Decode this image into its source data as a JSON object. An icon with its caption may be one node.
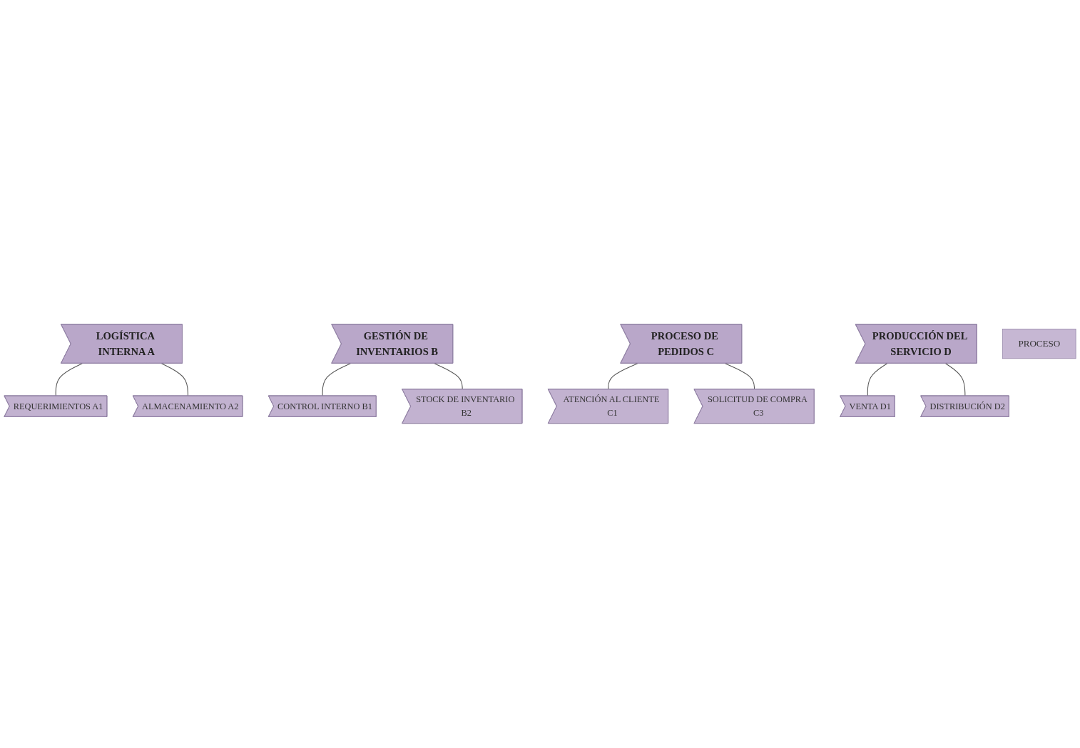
{
  "diagram": {
    "nodes": [
      {
        "text": [
          "LOGÍSTICA INTERNA A"
        ]
      },
      {
        "text": [
          "GESTIÓN DE INVENTARIOS B"
        ]
      },
      {
        "text": [
          "PROCESO DE PEDIDOS C"
        ]
      },
      {
        "text": [
          "PRODUCCIÓN DEL SERVICIO D"
        ]
      },
      {
        "text": [
          "REQUERIMIENTOS A1"
        ]
      },
      {
        "text": [
          "CONTROL INTERNO B1"
        ]
      },
      {
        "text": [
          "ATENCIÓN AL CLIENTE C1"
        ]
      },
      {
        "text": [
          "VENTA D1"
        ]
      },
      {
        "text": [
          "ALMACENAMIENTO A2"
        ]
      },
      {
        "text": [
          "STOCK DE INVENTARIO B2"
        ]
      },
      {
        "text": [
          "SOLICITUD DE COMPRA C3"
        ]
      },
      {
        "text": [
          "DISTRIBUCIÓN D2"
        ]
      },
      {
        "text": [
          "PROCESO"
        ]
      }
    ],
    "edges": [
      {
        "from": 0,
        "to": 4,
        "arrow": "none"
      },
      {
        "from": 0,
        "to": 8,
        "arrow": "none"
      },
      {
        "from": 1,
        "to": 5,
        "arrow": "none"
      },
      {
        "from": 1,
        "to": 9,
        "arrow": "none"
      },
      {
        "from": 2,
        "to": 6,
        "arrow": "none"
      },
      {
        "from": 2,
        "to": 10,
        "arrow": "none"
      },
      {
        "from": 3,
        "to": 7,
        "arrow": "none"
      },
      {
        "from": 3,
        "to": 11,
        "arrow": "none"
      }
    ]
  }
}
